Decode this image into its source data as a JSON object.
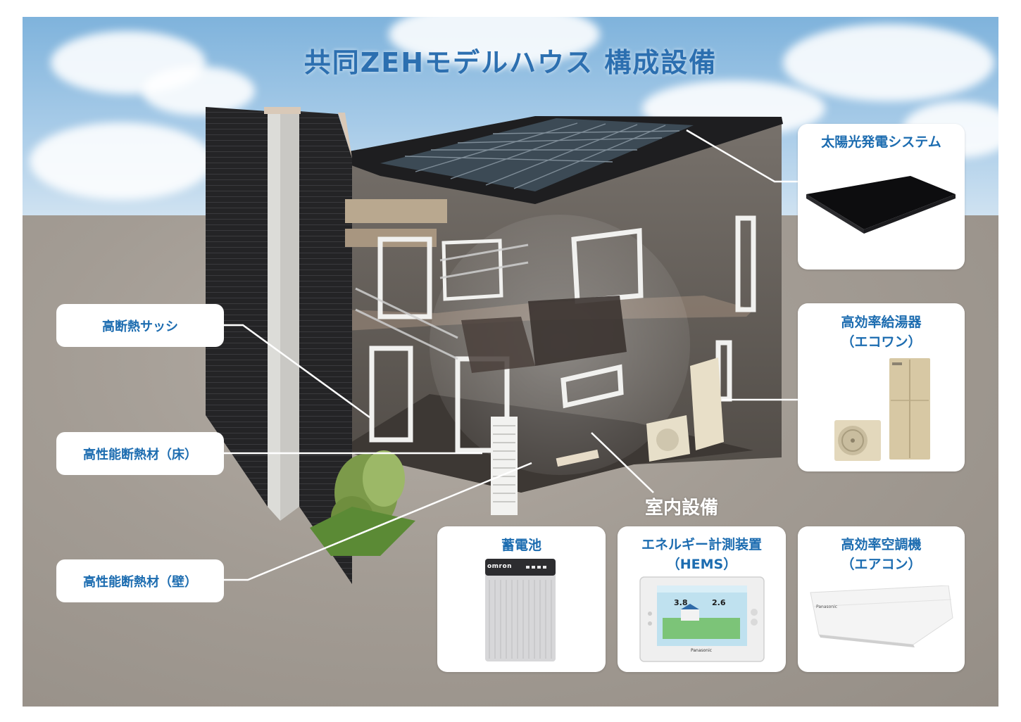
{
  "title": "共同ZEHモデルハウス 構成設備",
  "left_labels": [
    {
      "id": "sash",
      "text": "高断熱サッシ"
    },
    {
      "id": "floor",
      "text": "高性能断熱材（床）"
    },
    {
      "id": "wall",
      "text": "高性能断熱材（壁）"
    }
  ],
  "indoor_label": "室内設備",
  "cards": {
    "solar": {
      "title_line1": "太陽光発電システム"
    },
    "water_heater": {
      "title_line1": "高効率給湯器",
      "title_line2": "（エコワン）"
    },
    "battery": {
      "title_line1": "蓄電池",
      "brand": "omron"
    },
    "hems": {
      "title_line1": "エネルギー計測装置",
      "title_line2": "（HEMS）",
      "brand": "Panasonic",
      "reading1": "3.8",
      "reading2": "2.6"
    },
    "aircon": {
      "title_line1": "高効率空調機",
      "title_line2": "（エアコン）",
      "brand": "Panasonic"
    }
  },
  "colors": {
    "accent": "#1c6cb0",
    "title": "#2c6fb0"
  }
}
